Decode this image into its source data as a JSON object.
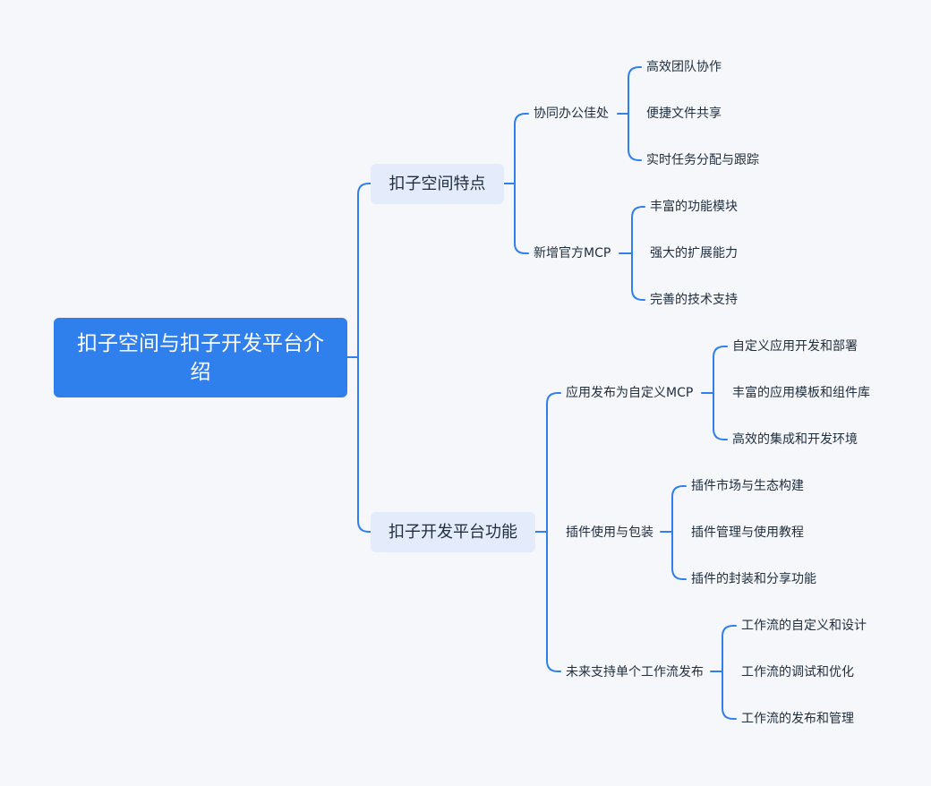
{
  "mindmap": {
    "root": {
      "label": "扣子空间与扣子开发平台介绍"
    },
    "branches": [
      {
        "label": "扣子空间特点",
        "children": [
          {
            "label": "协同办公佳处",
            "children": [
              "高效团队协作",
              "便捷文件共享",
              "实时任务分配与跟踪"
            ]
          },
          {
            "label": "新增官方MCP",
            "children": [
              "丰富的功能模块",
              "强大的扩展能力",
              "完善的技术支持"
            ]
          }
        ]
      },
      {
        "label": "扣子开发平台功能",
        "children": [
          {
            "label": "应用发布为自定义MCP",
            "children": [
              "自定义应用开发和部署",
              "丰富的应用模板和组件库",
              "高效的集成和开发环境"
            ]
          },
          {
            "label": "插件使用与包装",
            "children": [
              "插件市场与生态构建",
              "插件管理与使用教程",
              "插件的封装和分享功能"
            ]
          },
          {
            "label": "未来支持单个工作流发布",
            "children": [
              "工作流的自定义和设计",
              "工作流的调试和优化",
              "工作流的发布和管理"
            ]
          }
        ]
      }
    ],
    "colors": {
      "background": "#f5f7fb",
      "root_fill": "#2f7fed",
      "branch_fill": "#e4ecfb",
      "connector": "#2f7fed",
      "text": "#1f2d3d"
    }
  }
}
